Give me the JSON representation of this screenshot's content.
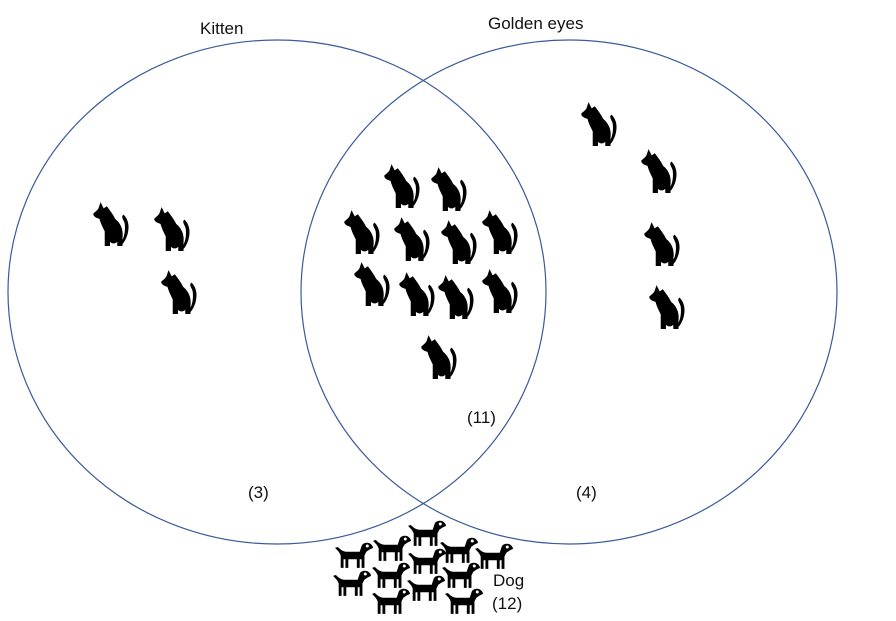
{
  "sets": {
    "kitten": {
      "label": "Kitten",
      "count_label": "(3)",
      "count": 3
    },
    "golden_eyes": {
      "label": "Golden eyes",
      "count_label": "(4)",
      "count": 4
    },
    "intersection": {
      "count_label": "(11)",
      "count": 11
    },
    "outside": {
      "label": "Dog",
      "count_label": "(12)",
      "count": 12
    }
  },
  "icons": {
    "cat": "cat-icon",
    "dog": "dog-icon"
  },
  "colors": {
    "circle_stroke": "#3a5a9a",
    "icon": "#000000"
  }
}
